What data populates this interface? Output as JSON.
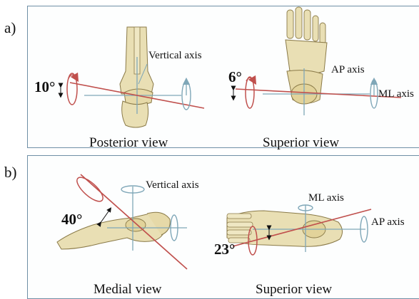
{
  "panels": {
    "a": {
      "letter": "a)",
      "left": {
        "angle": "10°",
        "axis_label": "Vertical axis",
        "view_label": "Posterior view"
      },
      "right": {
        "angle": "6°",
        "axis_label_1": "AP axis",
        "axis_label_2": "ML axis",
        "view_label": "Superior view"
      }
    },
    "b": {
      "letter": "b)",
      "left": {
        "angle": "40°",
        "axis_label": "Vertical axis",
        "view_label": "Medial view"
      },
      "right": {
        "angle": "23°",
        "axis_label_1": "ML axis",
        "axis_label_2": "AP axis",
        "view_label": "Superior view"
      }
    }
  },
  "colors": {
    "border": "#6f8fa6",
    "bone": "#e9dfb4",
    "bone_edge": "#8a7a48",
    "red_axis": "#c0504d",
    "blue_axis": "#7fa7b8"
  }
}
